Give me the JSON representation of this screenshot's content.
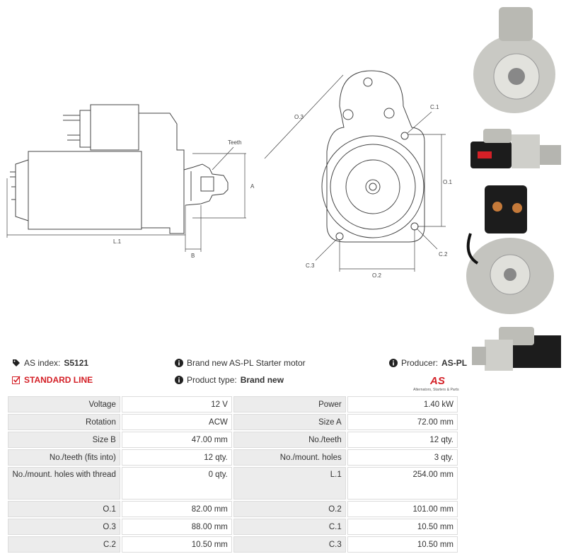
{
  "drawing_labels": {
    "teeth": "Teeth",
    "a": "A",
    "b": "B",
    "l1": "L.1",
    "o3": "O.3",
    "o1": "O.1",
    "o2": "O.2",
    "c1": "C.1",
    "c2": "C.2",
    "c3": "C.3"
  },
  "info": {
    "as_index_label": "AS index:",
    "as_index_value": "S5121",
    "standard_line": "STANDARD LINE",
    "description": "Brand new AS-PL Starter motor",
    "product_type_label": "Product type:",
    "product_type_value": "Brand new",
    "producer_label": "Producer:",
    "producer_value": "AS-PL"
  },
  "logo": {
    "mark": "AS",
    "tagline": "Alternators, Starters & Parts",
    "color": "#d42027"
  },
  "specs": [
    {
      "l1": "Voltage",
      "v1": "12 V",
      "l2": "Power",
      "v2": "1.40 kW"
    },
    {
      "l1": "Rotation",
      "v1": "ACW",
      "l2": "Size A",
      "v2": "72.00 mm"
    },
    {
      "l1": "Size B",
      "v1": "47.00 mm",
      "l2": "No./teeth",
      "v2": "12 qty."
    },
    {
      "l1": "No./teeth (fits into)",
      "v1": "12 qty.",
      "l2": "No./mount. holes",
      "v2": "3 qty."
    },
    {
      "l1": "No./mount. holes with thread",
      "v1": "0 qty.",
      "l2": "L.1",
      "v2": "254.00 mm"
    },
    {
      "l1": "O.1",
      "v1": "82.00 mm",
      "l2": "O.2",
      "v2": "101.00 mm"
    },
    {
      "l1": "O.3",
      "v1": "88.00 mm",
      "l2": "C.1",
      "v2": "10.50 mm"
    },
    {
      "l1": "C.2",
      "v1": "10.50 mm",
      "l2": "C.3",
      "v2": "10.50 mm"
    }
  ]
}
